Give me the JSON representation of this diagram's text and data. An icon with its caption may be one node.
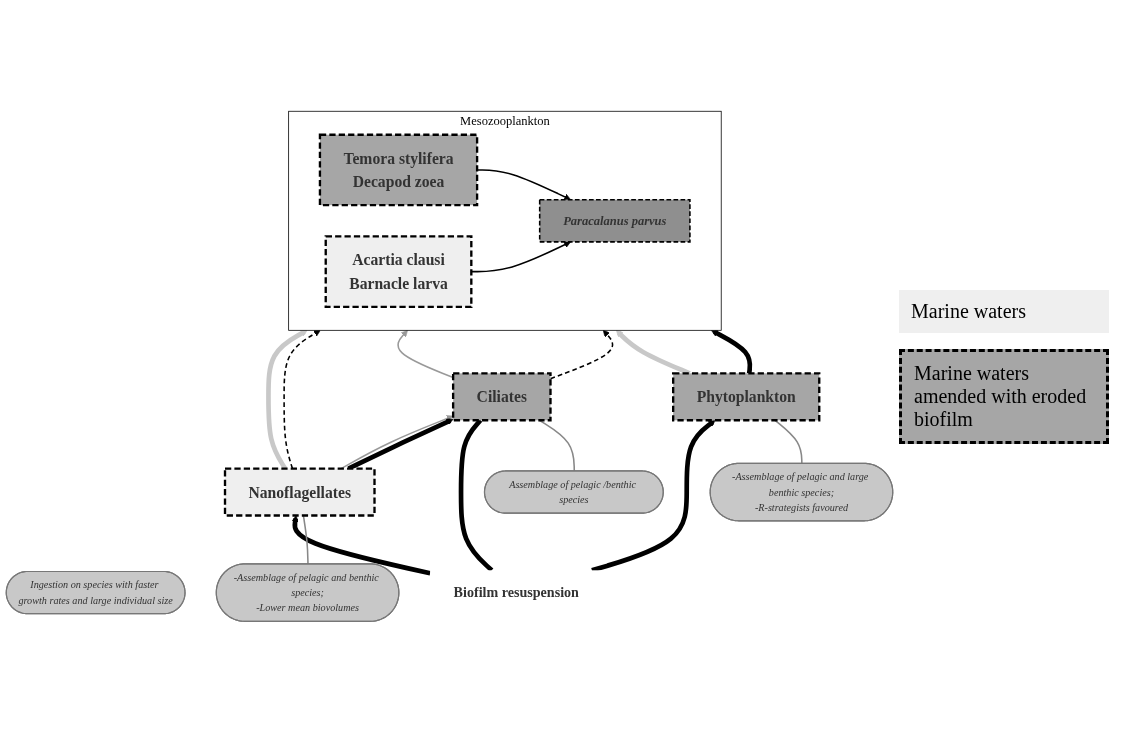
{
  "diagram": {
    "nodes": [
      {
        "text": [
          "Mesozooplankton"
        ]
      },
      {
        "text": [
          "Temora stylifera",
          "Decapod zoea"
        ],
        "in": 0
      },
      {
        "text": [
          "Paracalanus parvus"
        ],
        "in": 0
      },
      {
        "text": [
          "Acartia clausi",
          "Barnacle larva"
        ],
        "in": 0
      },
      {
        "text": [
          "Ciliates"
        ]
      },
      {
        "text": [
          "Assemblage of pelagic /benthic species"
        ]
      },
      {
        "text": [
          "Ingestion on species with faster growth rates and large individual size"
        ]
      },
      {
        "text": [
          "Nanoflagellates"
        ]
      },
      {
        "text": [
          "-Assemblage of pelagic and benthic species;",
          "-Lower mean biovolumes"
        ]
      },
      {
        "text": [
          "Phytoplankton"
        ]
      },
      {
        "text": [
          "-Assemblage of pelagic and large benthic species;",
          "-R-strategists favoured"
        ]
      },
      {
        "text": [
          "Biofilm resuspension"
        ]
      }
    ],
    "edges": [
      {
        "from": 1,
        "to": 2,
        "arrow": "to"
      },
      {
        "from": 3,
        "to": 2,
        "arrow": "to"
      },
      {
        "from": 7,
        "to": 0,
        "arrow": "to",
        "style": "thick",
        "color": "#c8c8c8"
      },
      {
        "from": 7,
        "to": 0,
        "arrow": "to",
        "style": "dashed"
      },
      {
        "from": 7,
        "to": 4,
        "arrow": "to",
        "color": "#999999"
      },
      {
        "from": 7,
        "to": 4,
        "arrow": "to",
        "style": "thick"
      },
      {
        "from": 4,
        "to": 0,
        "arrow": "to",
        "color": "#999999"
      },
      {
        "from": 4,
        "to": 0,
        "arrow": "to",
        "style": "dashed"
      },
      {
        "from": 9,
        "to": 0,
        "arrow": "to",
        "style": "thick",
        "color": "#c8c8c8"
      },
      {
        "from": 9,
        "to": 0,
        "arrow": "to",
        "style": "thick"
      },
      {
        "from": 11,
        "to": 7,
        "arrow": "to",
        "style": "thick"
      },
      {
        "from": 11,
        "to": 4,
        "arrow": "none",
        "style": "thick"
      },
      {
        "from": 11,
        "to": 9,
        "arrow": "to",
        "style": "thick"
      },
      {
        "from": 5,
        "to": 4,
        "arrow": "none",
        "color": "#888888"
      },
      {
        "from": 8,
        "to": 7,
        "arrow": "none",
        "color": "#888888"
      },
      {
        "from": 10,
        "to": 9,
        "arrow": "none",
        "color": "#888888"
      }
    ],
    "legend": [
      {
        "text": "Marine waters",
        "color": "#efefef"
      },
      {
        "text": "Marine waters amended with eroded biofilm",
        "color": "#a6a6a6"
      }
    ]
  }
}
